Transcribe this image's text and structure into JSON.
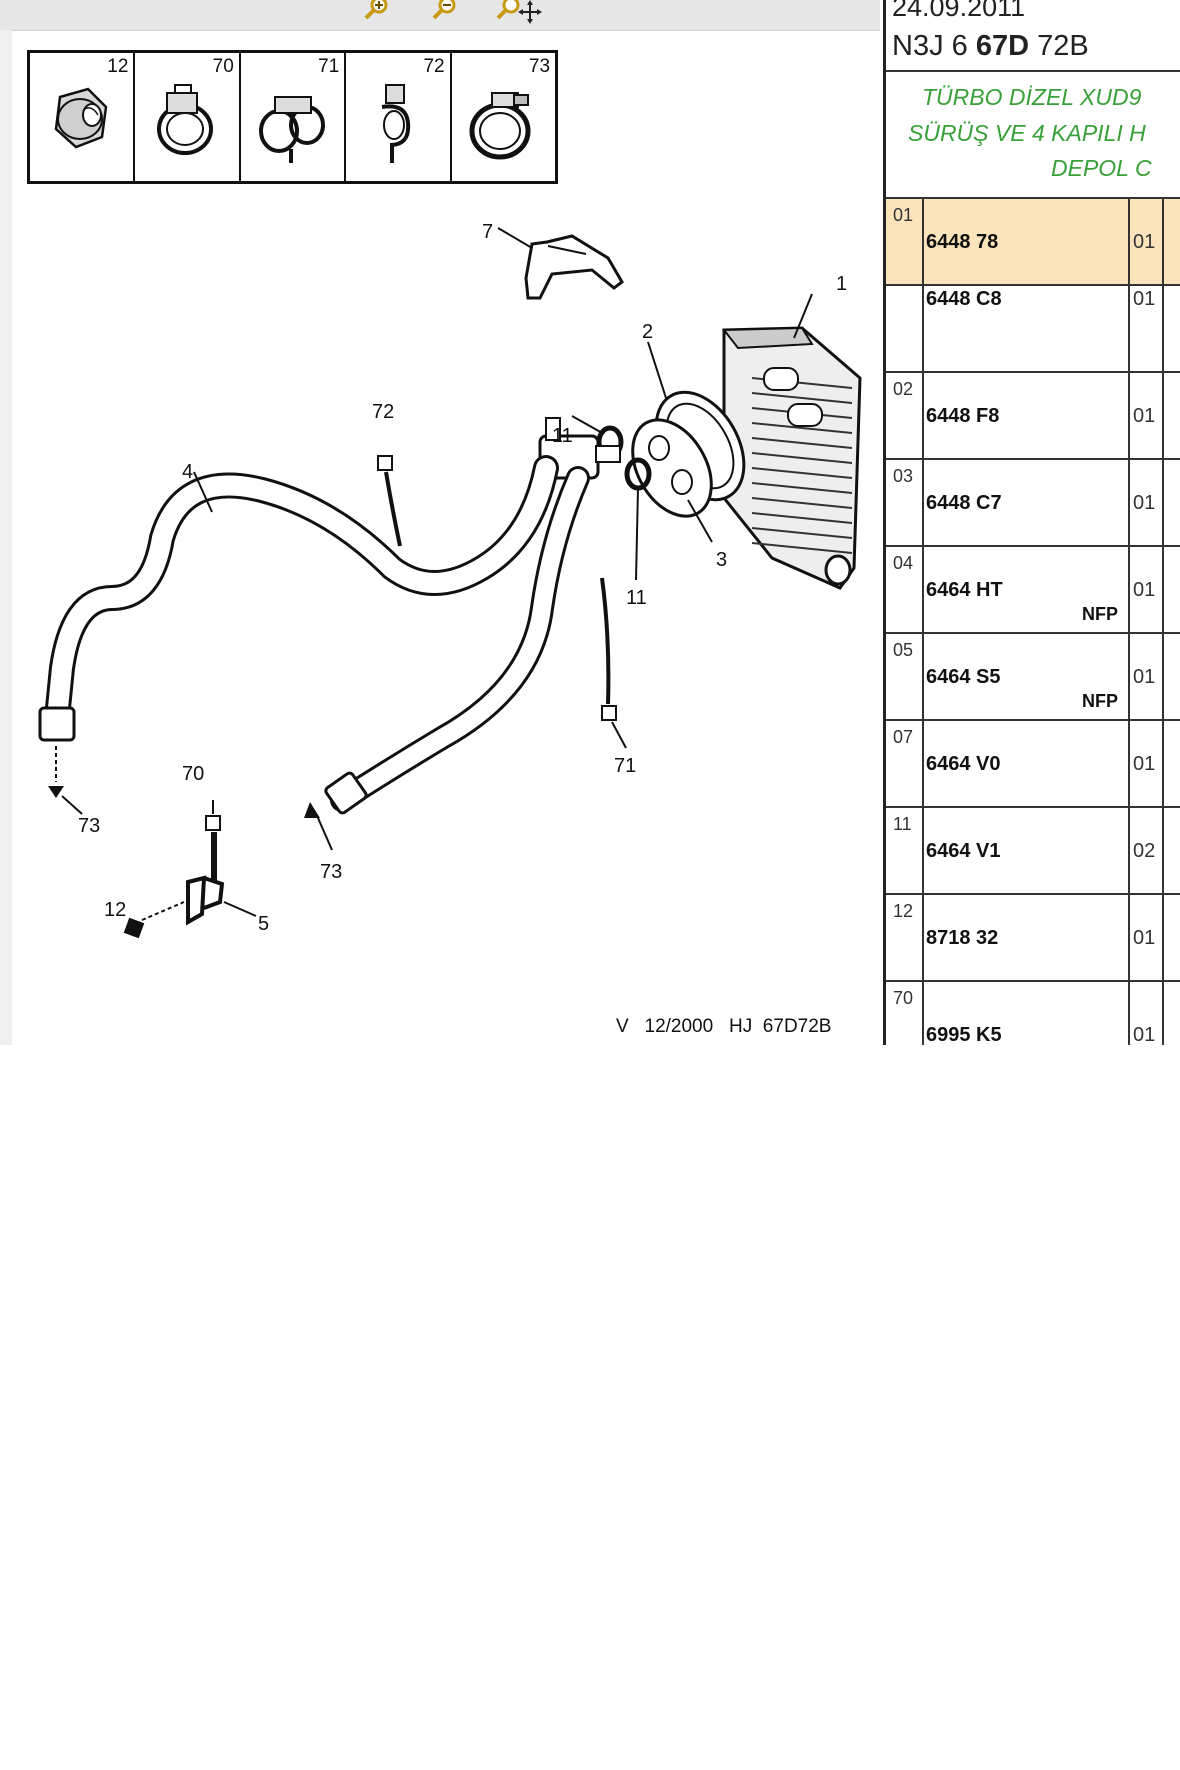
{
  "header": {
    "date": "24.09.2011",
    "code_parts": [
      "N3J 6 ",
      "67D",
      " 72B"
    ]
  },
  "description": {
    "line1": "TÜRBO DİZEL XUD9",
    "line2": "SÜRÜŞ VE 4 KAPILI H",
    "line3": "DEPOL C"
  },
  "toolbar": {
    "buttons": [
      {
        "name": "zoom-in-icon"
      },
      {
        "name": "zoom-out-icon"
      },
      {
        "name": "zoom-pan-icon"
      }
    ]
  },
  "thumbnails": [
    "12",
    "70",
    "71",
    "72",
    "73"
  ],
  "diagram": {
    "callouts": [
      "7",
      "1",
      "2",
      "72",
      "11",
      "4",
      "3",
      "11",
      "71",
      "73",
      "70",
      "73",
      "12",
      "5"
    ],
    "footer": "V   12/2000   HJ  67D72B"
  },
  "parts": [
    {
      "ref": "01",
      "pn": "6448 78",
      "qty": "01",
      "note": "",
      "highlight": true
    },
    {
      "ref": "",
      "pn": "6448 C8",
      "qty": "01",
      "note": "",
      "highlight": false
    },
    {
      "ref": "02",
      "pn": "6448 F8",
      "qty": "01",
      "note": "",
      "highlight": false
    },
    {
      "ref": "03",
      "pn": "6448 C7",
      "qty": "01",
      "note": "",
      "highlight": false
    },
    {
      "ref": "04",
      "pn": "6464 HT",
      "qty": "01",
      "note": "NFP",
      "highlight": false
    },
    {
      "ref": "05",
      "pn": "6464 S5",
      "qty": "01",
      "note": "NFP",
      "highlight": false
    },
    {
      "ref": "07",
      "pn": "6464 V0",
      "qty": "01",
      "note": "",
      "highlight": false
    },
    {
      "ref": "11",
      "pn": "6464 V1",
      "qty": "02",
      "note": "",
      "highlight": false
    },
    {
      "ref": "12",
      "pn": "8718 32",
      "qty": "01",
      "note": "",
      "highlight": false
    },
    {
      "ref": "70",
      "pn": "6995 K5",
      "qty": "01",
      "note": "",
      "highlight": false
    }
  ],
  "colors": {
    "highlight": "#fbe3bc",
    "description_text": "#3aa13a",
    "toolbar_bg": "#e6e6e6"
  }
}
